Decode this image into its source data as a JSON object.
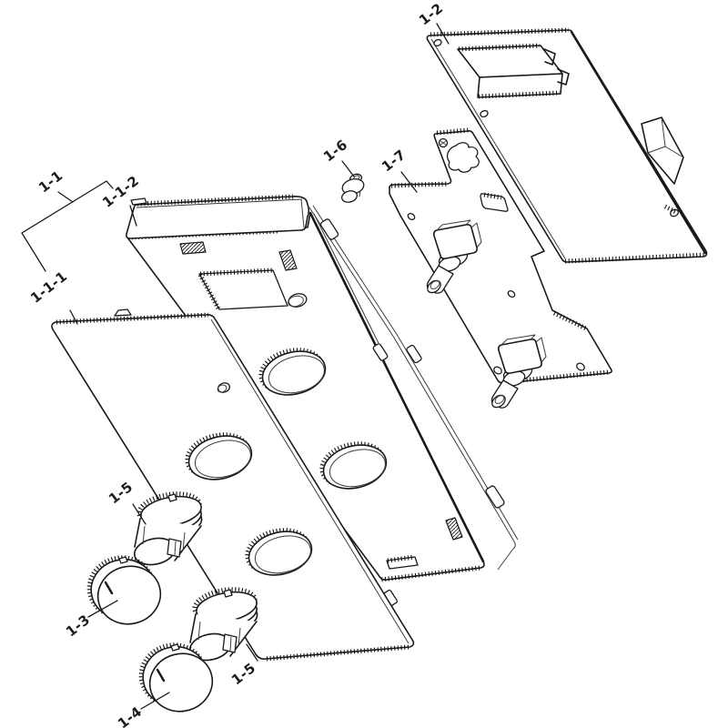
{
  "diagram": {
    "background": "#ffffff",
    "line_color": "#1a1a1a",
    "callouts": {
      "assembly": "1-1",
      "front_panel": "1-1-1",
      "top_cover": "1-1-2",
      "pcb_plate": "1-2",
      "knob_a": "1-3",
      "knob_b": "1-4",
      "adapter_upper": "1-5",
      "adapter_lower": "1-5",
      "nut": "1-6",
      "bracket": "1-7"
    }
  }
}
